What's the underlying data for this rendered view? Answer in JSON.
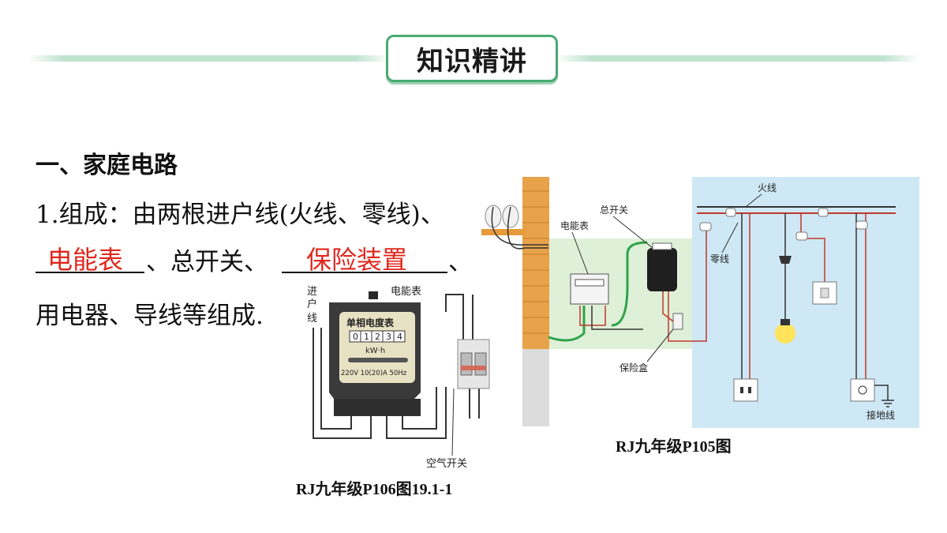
{
  "header": {
    "title": "知识精讲"
  },
  "section": {
    "heading": "一、家庭电路"
  },
  "composition": {
    "line1": "1.组成：由两根进户线(火线、零线)、",
    "answer1": "电能表",
    "middle": "、总开关、",
    "answer2": "保险装置",
    "tail": "、",
    "line3": "用电器、导线等组成."
  },
  "figure_left": {
    "label_entry": "进户线",
    "label_meter": "电能表",
    "meter_title": "单相电度表",
    "meter_digits": [
      "0",
      "1",
      "2",
      "3",
      "4"
    ],
    "meter_unit": "kW·h",
    "meter_spec": "220V 10(20)A 50Hz",
    "label_breaker": "空气开关",
    "caption": "RJ九年级P106图19.1-1"
  },
  "figure_right": {
    "label_live": "火线",
    "label_switch": "总开关",
    "label_meter": "电能表",
    "label_neutral": "零线",
    "label_fuse": "保险盒",
    "label_ground": "接地线",
    "caption": "RJ九年级P105图"
  },
  "colors": {
    "accent": "#4aa972",
    "answer": "#e0271d"
  }
}
